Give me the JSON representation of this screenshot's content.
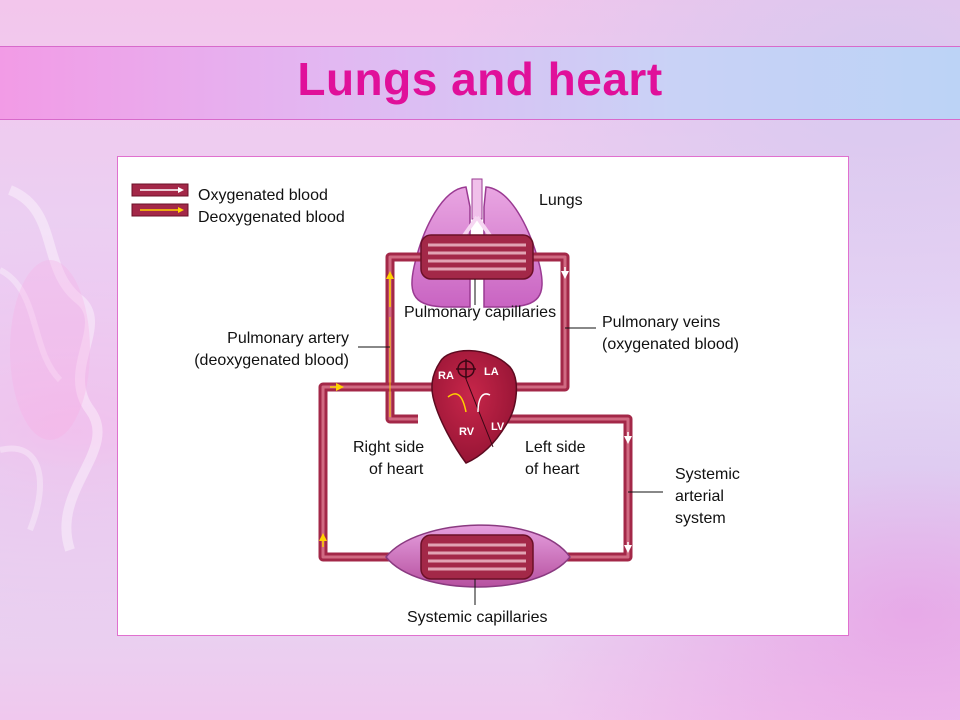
{
  "slide": {
    "title": "Lungs and heart"
  },
  "legend": {
    "oxygenated": "Oxygenated blood",
    "deoxygenated": "Deoxygenated blood"
  },
  "labels": {
    "lungs": "Lungs",
    "pulmonary_capillaries": "Pulmonary capillaries",
    "pulmonary_veins_1": "Pulmonary veins",
    "pulmonary_veins_2": "(oxygenated blood)",
    "pulmonary_artery_1": "Pulmonary artery",
    "pulmonary_artery_2": "(deoxygenated blood)",
    "right_side_1": "Right side",
    "right_side_2": "of heart",
    "left_side_1": "Left side",
    "left_side_2": "of heart",
    "systemic_arterial_1": "Systemic",
    "systemic_arterial_2": "arterial",
    "systemic_arterial_3": "system",
    "systemic_capillaries": "Systemic capillaries"
  },
  "heart_chambers": {
    "ra": "RA",
    "la": "LA",
    "rv": "RV",
    "lv": "LV"
  },
  "colors": {
    "title": "#e0109a",
    "vessel": "#a32848",
    "vessel_light": "#d06a82",
    "arrow_oxygenated": "#ffffff",
    "arrow_deoxygenated": "#ffd200",
    "lung_fill": "#d77fcf",
    "panel_border": "#e070cf"
  }
}
